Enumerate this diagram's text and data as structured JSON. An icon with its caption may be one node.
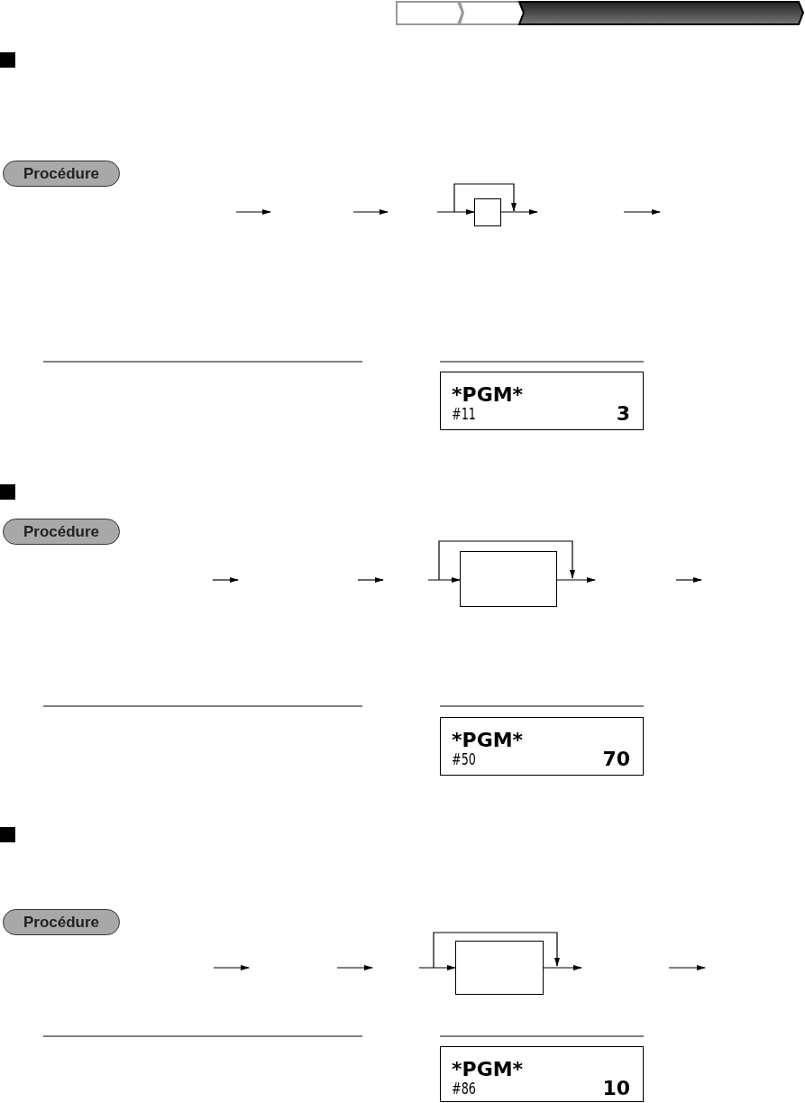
{
  "diagram": {
    "nodes": [
      {
        "text": [
          "Procédure"
        ]
      },
      {
        "text": [],
        "shape": "box"
      },
      {
        "text": [
          "*PGM*",
          "#11",
          "3"
        ]
      },
      {
        "text": [
          "Procédure"
        ]
      },
      {
        "text": [],
        "shape": "box"
      },
      {
        "text": [
          "*PGM*",
          "#50",
          "70"
        ]
      },
      {
        "text": [
          "Procédure"
        ]
      },
      {
        "text": [],
        "shape": "box"
      },
      {
        "text": [
          "*PGM*",
          "#86",
          "10"
        ]
      }
    ],
    "edges": [
      {
        "from": null,
        "to": 1,
        "arrow": "to"
      },
      {
        "from": 1,
        "to": null,
        "arrow": "to"
      },
      {
        "from": null,
        "to": 4,
        "arrow": "to"
      },
      {
        "from": 4,
        "to": null,
        "arrow": "to"
      },
      {
        "from": null,
        "to": 7,
        "arrow": "to"
      },
      {
        "from": 7,
        "to": null,
        "arrow": "to"
      }
    ]
  }
}
